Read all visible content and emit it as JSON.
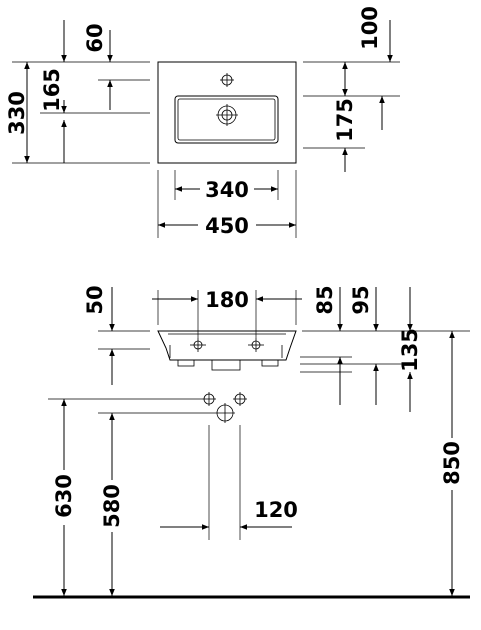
{
  "top_view": {
    "overall_depth": "330",
    "tap_hole_offset": "60",
    "drain_from_front": "165",
    "rim_to_bowl_back": "100",
    "bowl_depth": "175",
    "bowl_width": "340",
    "overall_width": "450"
  },
  "side_view": {
    "rim_thickness": "50",
    "tap_spacing": "180",
    "dim_85": "85",
    "dim_95": "95",
    "basin_height": "135",
    "overall_height": "850",
    "supply_height": "630",
    "waste_height": "580",
    "waste_offset": "120"
  }
}
